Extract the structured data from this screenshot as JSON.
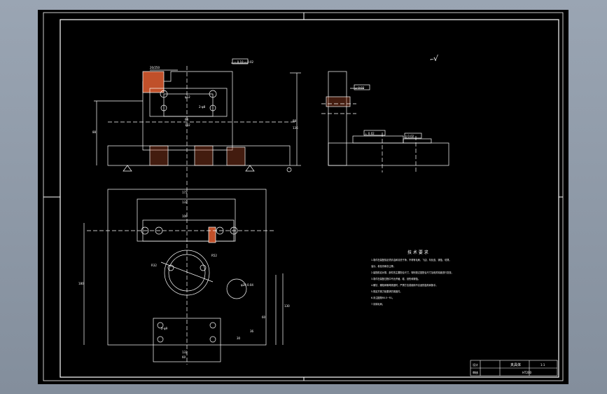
{
  "drawing": {
    "roughness_symbol": "√",
    "front_view": {
      "callouts": [
        "20/250",
        "− 0.10 ▱ 0.02"
      ],
      "dims_left": [
        "88"
      ],
      "dims_right": [
        "88",
        "136"
      ],
      "inner_dims": [
        "φ12",
        "68",
        "132"
      ],
      "hole_note": "2-φ8"
    },
    "side_view": {
      "callouts": [
        "▱ 0.02",
        "⊥ 0.02",
        "∥ 0.02"
      ]
    },
    "plan_view": {
      "dims_top": [
        "172",
        "132",
        "100"
      ],
      "dims_left": [
        "180"
      ],
      "dims_right": [
        "130",
        "60",
        "36",
        "30"
      ],
      "dims_bottom": [
        "132",
        "60"
      ],
      "radius_labels": [
        "R32",
        "R52"
      ],
      "hole_label": "φ20 0.04",
      "hole_note": "2-φ9"
    },
    "notes": {
      "title": "技 术 要 求",
      "items": [
        "1.零件在装配前必须清洁和清洗干净，不得有毛刺、飞边、氧化皮、锈蚀、切屑。",
        "油污、着色剂和灰尘等。",
        "2.装配前应对零、部件的主要配合尺寸，特别是过盈配合尺寸及相关精度进行复查。",
        "3.零件在装配过程中不允许磕、碰、划伤和锈蚀。",
        "4.螺钉、螺栓和螺母紧固时，严禁打击或使用不合适的旋具和扳手。",
        "5.规定拧紧力矩要求的紧固件。",
        "6.未注圆角R0.5~R1。",
        "7.清除毛刺。"
      ]
    },
    "title_block": {
      "title": "夹具体",
      "scale": "1:1",
      "material": "HT200",
      "rows": [
        "设计",
        "审核"
      ]
    }
  }
}
